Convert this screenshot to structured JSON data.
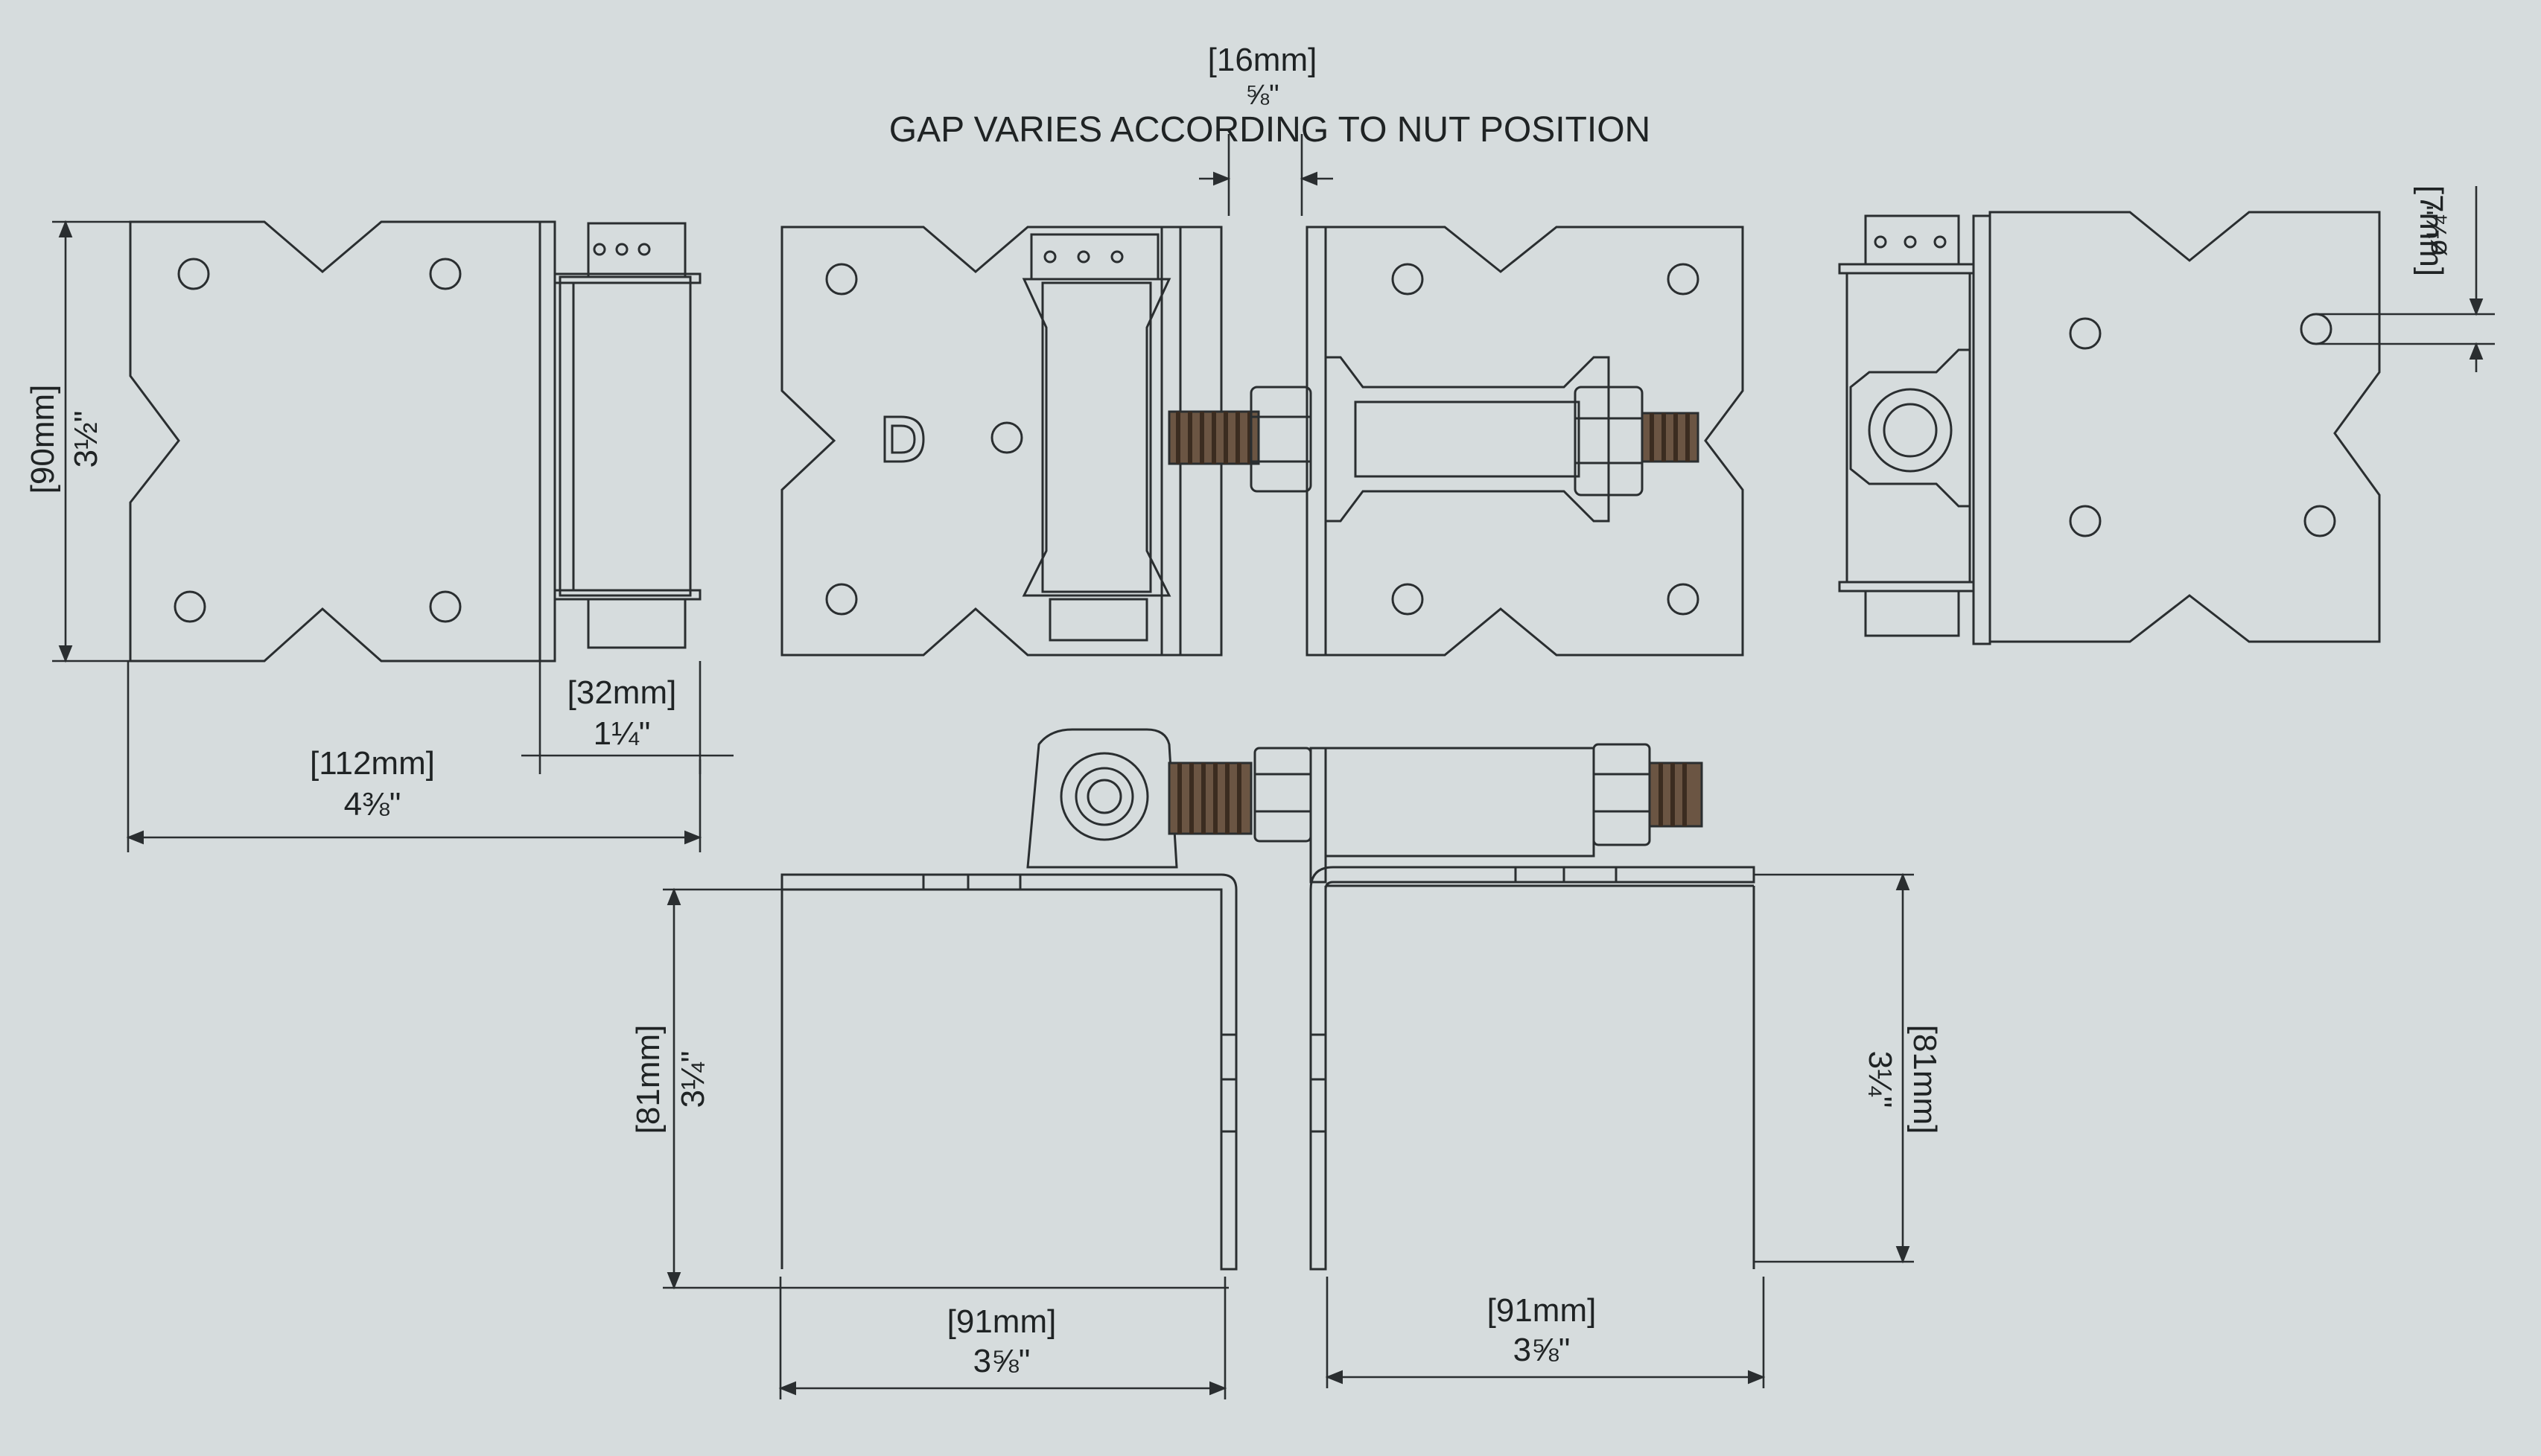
{
  "header": {
    "gap_metric": "[16mm]",
    "gap_imperial": "⅝\"",
    "gap_note": "GAP VARIES ACCORDING TO NUT POSITION"
  },
  "dimensions": {
    "height_metric": "[90mm]",
    "height_imperial": "3½\"",
    "width_metric": "[112mm]",
    "width_imperial": "4⅜\"",
    "barrel_metric": "[32mm]",
    "barrel_imperial": "1¼\"",
    "hole_metric": "[7mm]",
    "hole_imperial": "ø¼\"",
    "leaf_left_height_metric": "[81mm]",
    "leaf_left_height_imperial": "3¼\"",
    "leaf_right_height_metric": "[81mm]",
    "leaf_right_height_imperial": "3¼\"",
    "leaf_left_width_metric": "[91mm]",
    "leaf_left_width_imperial": "3⅝\"",
    "leaf_right_width_metric": "[91mm]",
    "leaf_right_width_imperial": "3⅝\""
  },
  "colors": {
    "paper": "#d6dcdd",
    "line": "#2a2e30",
    "thread": "#6b5543"
  }
}
